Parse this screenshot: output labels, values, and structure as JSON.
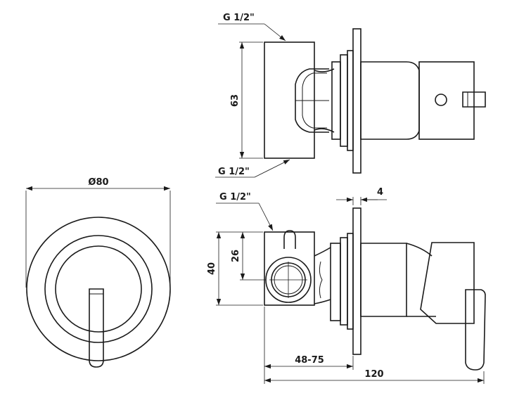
{
  "labels": {
    "diameter": "Ø80",
    "thread_top": "G 1/2\"",
    "thread_bottom_top_view": "G 1/2\"",
    "thread_side_view": "G 1/2\"",
    "height_63": "63",
    "plate_4": "4",
    "height_40": "40",
    "height_26": "26",
    "depth_range": "48-75",
    "total_length": "120"
  }
}
